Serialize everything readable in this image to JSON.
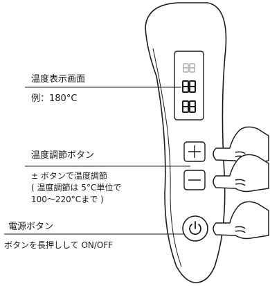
{
  "display_section": {
    "title": "温度表示画面",
    "example": "例：180°C",
    "digits": "888"
  },
  "adjust_section": {
    "title": "温度調節ボタン",
    "desc_line1": "± ボタンで温度調節",
    "desc_line2": "( 温度調節は 5°C単位で",
    "desc_line3": "100〜220°Cまで )",
    "plus_symbol": "+",
    "minus_symbol": "−"
  },
  "power_section": {
    "title": "電源ボタン",
    "desc": "ボタンを長押しして ON/OFF"
  },
  "colors": {
    "line": "#1a1a1a",
    "background": "#ffffff"
  }
}
